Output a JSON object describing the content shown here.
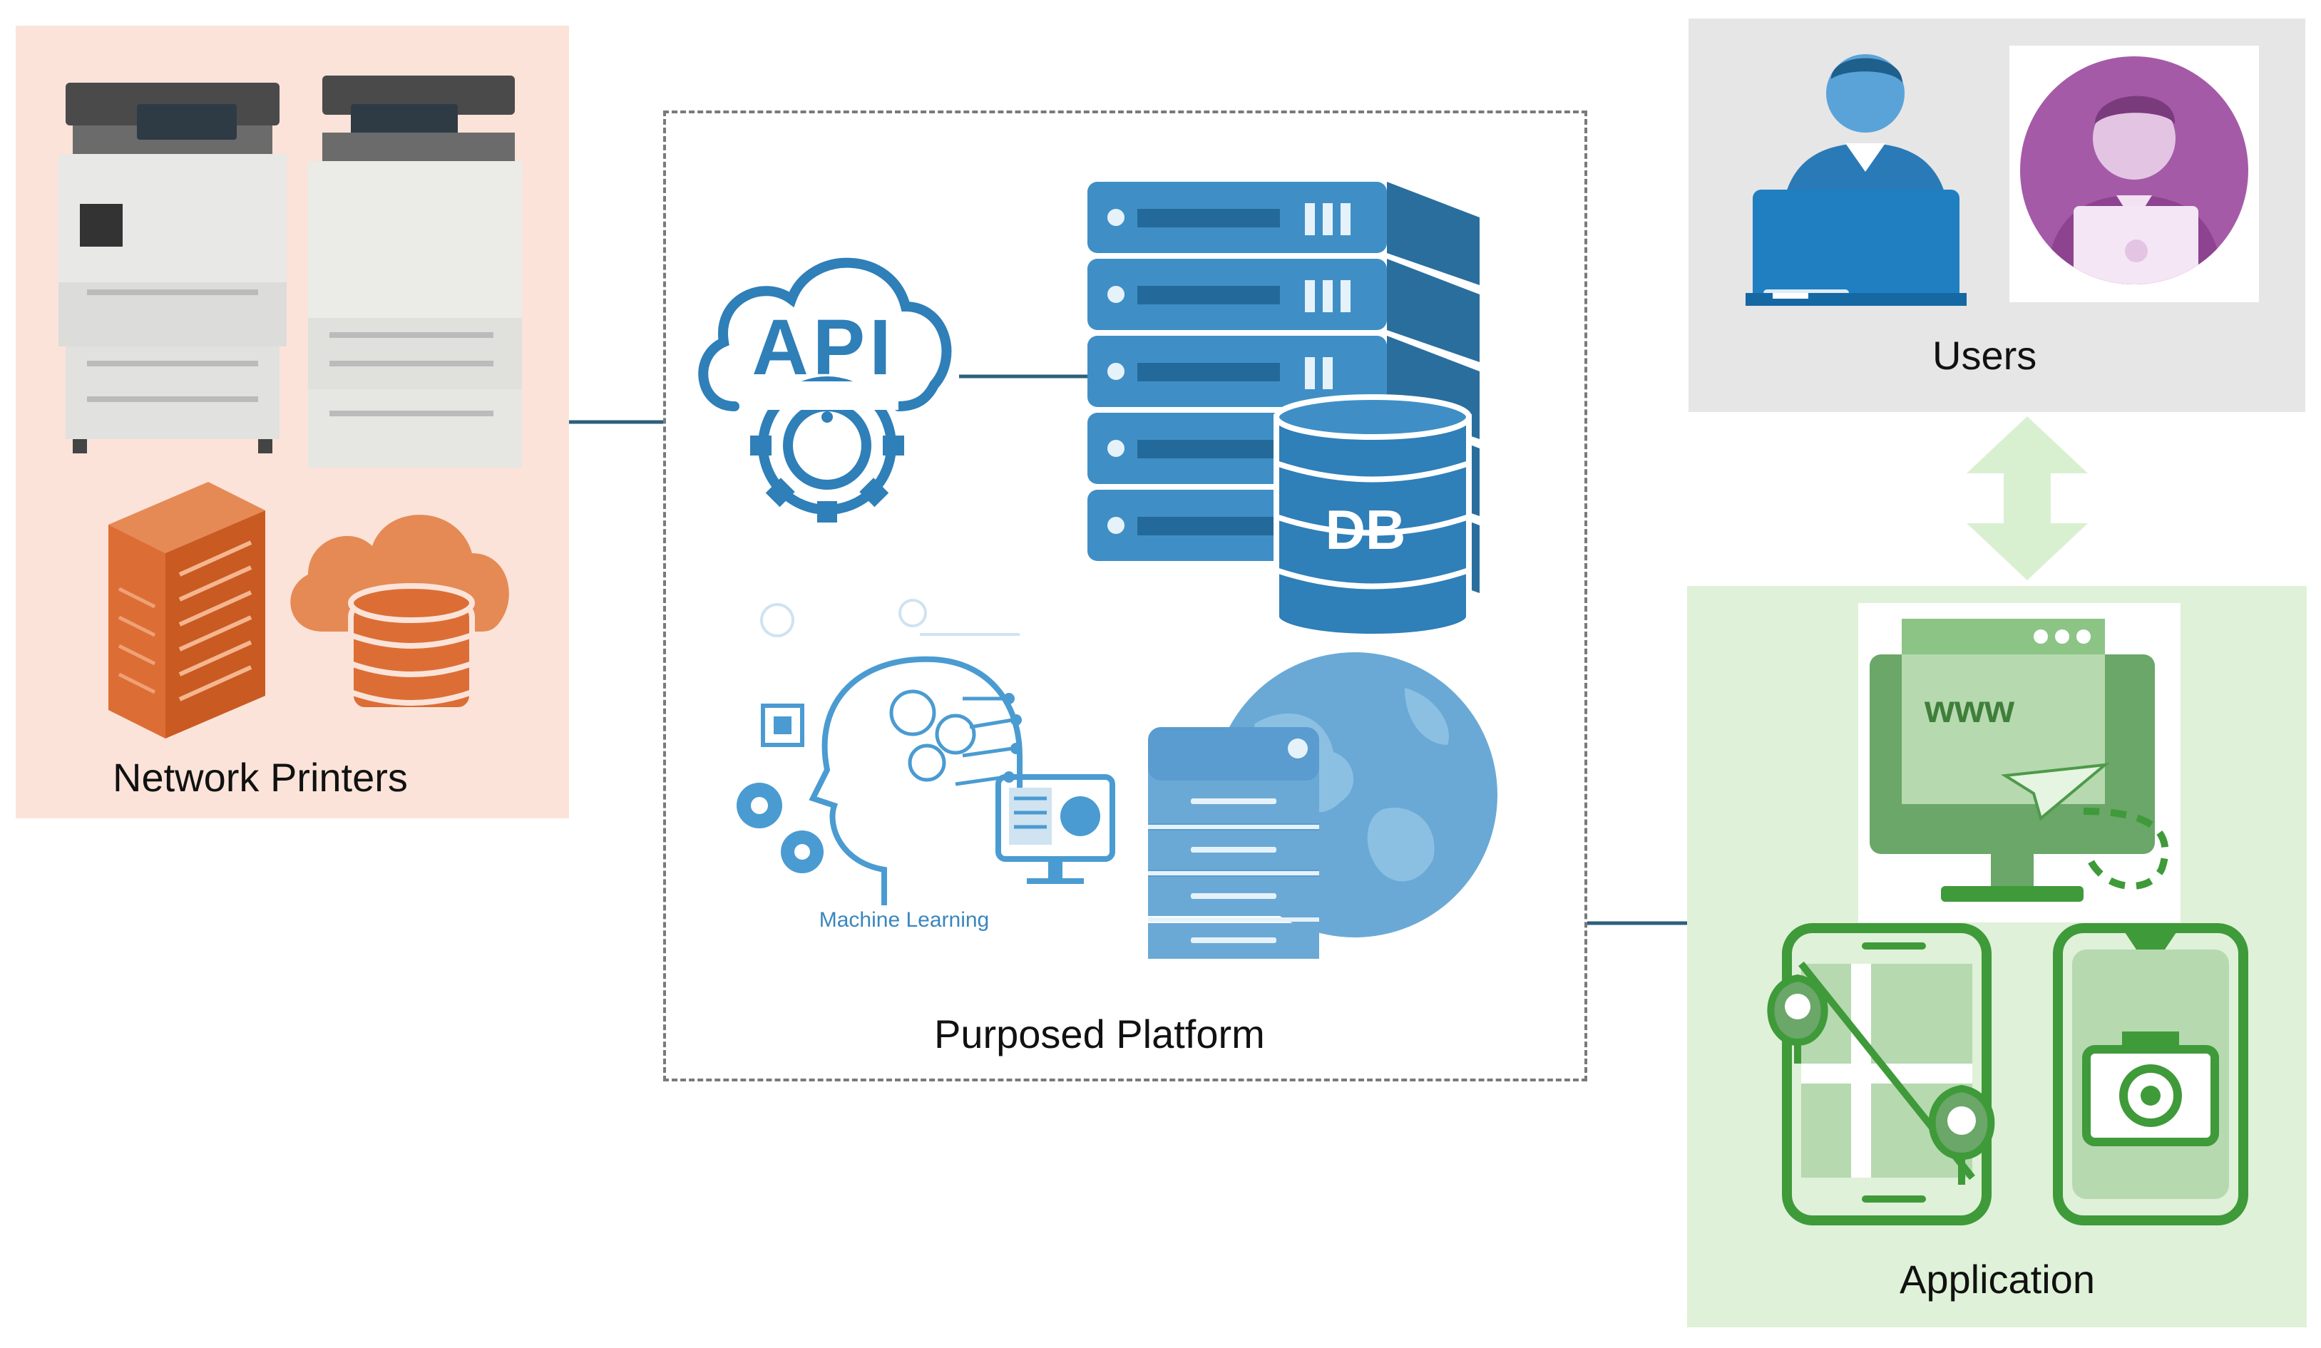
{
  "nodes": {
    "printers": {
      "label": "Network Printers"
    },
    "platform": {
      "label": "Purposed Platform",
      "api_text": "API",
      "db_text": "DB",
      "ml_text": "Machine Learning"
    },
    "users": {
      "label": "Users"
    },
    "application": {
      "label": "Application",
      "web_text": "www"
    }
  },
  "colors": {
    "printers_bg": "#fbe3d9",
    "users_bg": "#e6e6e6",
    "app_bg": "#dff1d8",
    "platform_blue": "#2f7fb8",
    "orange": "#dc6e35",
    "green": "#3f9a3a",
    "connector": "#2d5f7a"
  },
  "icons": [
    "printer-photo",
    "server-icon",
    "cloud-database-icon",
    "api-cloud-icon",
    "server-rack-icon",
    "database-icon",
    "machine-learning-icon",
    "web-server-globe-icon",
    "user-laptop-icon",
    "user-avatar-icon",
    "bidirectional-arrow-icon",
    "web-browser-icon",
    "map-phone-icon",
    "camera-phone-icon"
  ]
}
